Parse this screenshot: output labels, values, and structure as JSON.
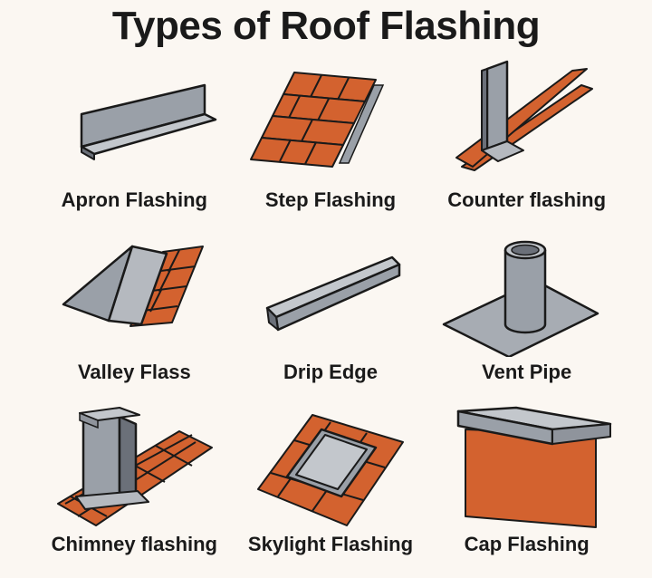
{
  "title": "Types of Roof Flashing",
  "colors": {
    "metal_light": "#b5b9bf",
    "metal_mid": "#8f949c",
    "metal_dark": "#6b7079",
    "tile": "#d3622f",
    "tile_line": "#1a1a1a",
    "background": "#fbf7f2"
  },
  "items": [
    {
      "label": "Apron Flashing",
      "icon": "apron-flashing-icon"
    },
    {
      "label": "Step Flashing",
      "icon": "step-flashing-icon"
    },
    {
      "label": "Counter flashing",
      "icon": "counter-flashing-icon"
    },
    {
      "label": "Valley Flass",
      "icon": "valley-flashing-icon"
    },
    {
      "label": "Drip Edge",
      "icon": "drip-edge-icon"
    },
    {
      "label": "Vent Pipe",
      "icon": "vent-pipe-icon"
    },
    {
      "label": "Chimney flashing",
      "icon": "chimney-flashing-icon"
    },
    {
      "label": "Skylight Flashing",
      "icon": "skylight-flashing-icon"
    },
    {
      "label": "Cap Flashing",
      "icon": "cap-flashing-icon"
    }
  ]
}
